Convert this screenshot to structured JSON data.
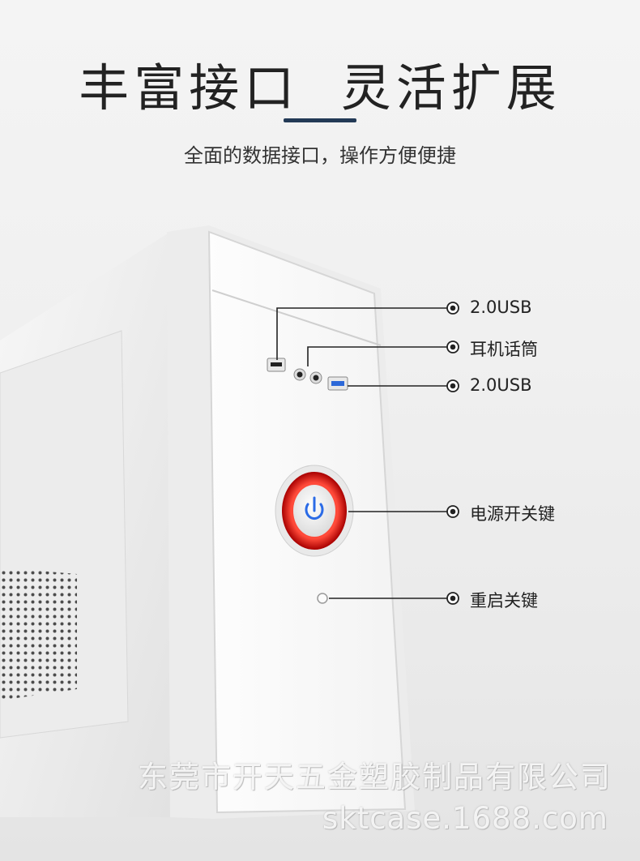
{
  "header": {
    "title": "丰富接口  灵活扩展",
    "subtitle": "全面的数据接口，操作方便便捷"
  },
  "callouts": [
    {
      "id": "usb-left",
      "label": "2.0USB"
    },
    {
      "id": "audio",
      "label": "耳机话筒"
    },
    {
      "id": "usb-right",
      "label": "2.0USB"
    },
    {
      "id": "power",
      "label": "电源开关键"
    },
    {
      "id": "reset",
      "label": "重启关键"
    }
  ],
  "watermark": {
    "company": "东莞市开天五金塑胶制品有限公司",
    "site": "sktcase.1688.com"
  },
  "colors": {
    "accent_bar": "#233a56",
    "power_ring": "#c81414",
    "power_led": "#2b6be6"
  }
}
